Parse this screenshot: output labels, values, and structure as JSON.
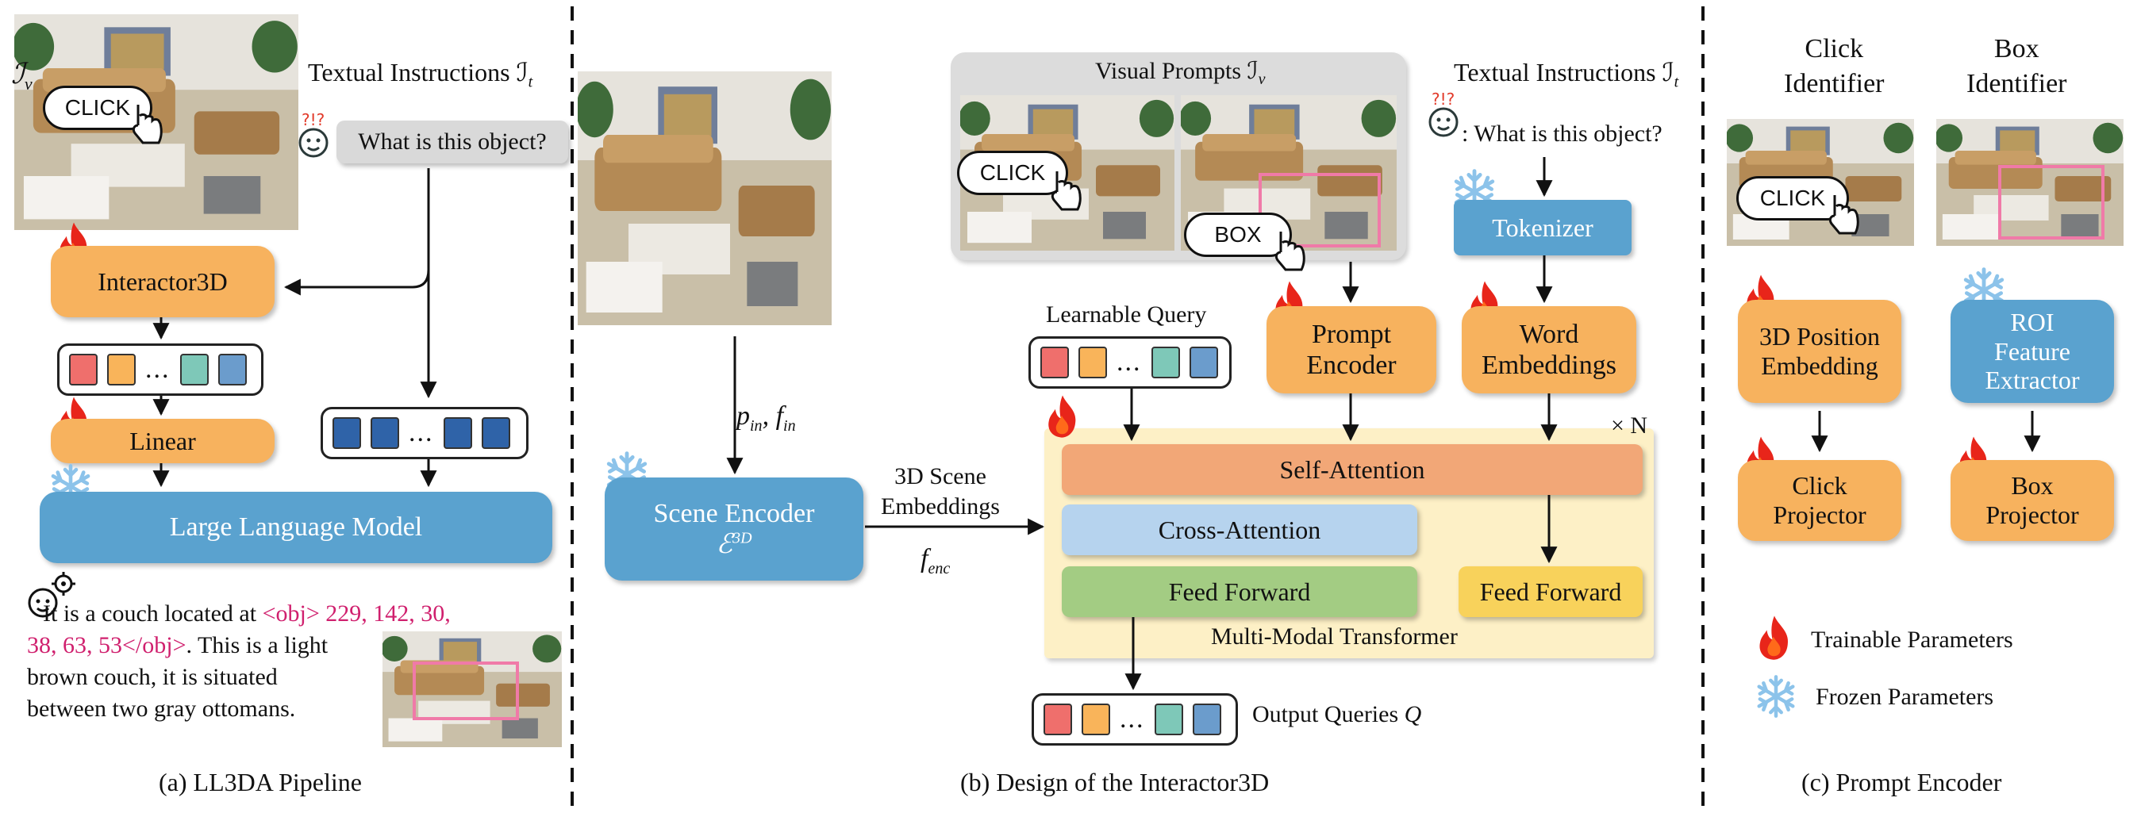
{
  "panel_a": {
    "caption": "(a) LL3DA Pipeline",
    "visual_label": "ℐ",
    "visual_sub": "v",
    "click_label": "CLICK",
    "textual_label": "Textual Instructions ℐ",
    "textual_sub": "t",
    "question": "What is this object?",
    "interactor": "Interactor3D",
    "linear": "Linear",
    "llm": "Large Language Model",
    "answer_1": "It is a couch located at ",
    "answer_obj": "<obj> 229, 142, 30,",
    "answer_obj2": "38, 63, 53</obj>",
    "answer_2": ". This is a light",
    "answer_3": "brown couch, it is situated",
    "answer_4": "between two gray ottomans."
  },
  "panel_b": {
    "caption": "(b) Design of the Interactor3D",
    "visual_prompts": "Visual Prompts ℐ",
    "visual_sub": "v",
    "click_label": "CLICK",
    "box_label": "BOX",
    "textual_label": "Textual Instructions ℐ",
    "textual_sub": "t",
    "question": ": What is this object?",
    "tokenizer": "Tokenizer",
    "prompt_encoder_1": "Prompt",
    "prompt_encoder_2": "Encoder",
    "word_emb_1": "Word",
    "word_emb_2": "Embeddings",
    "learnable_query": "Learnable Query",
    "pin_fin": "p",
    "scene_encoder": "Scene Encoder",
    "scene_encoder_sym": "ℰ",
    "scene_emb_1": "3D Scene",
    "scene_emb_2": "Embeddings",
    "f_enc": "f",
    "times_n": "× N",
    "self_attention": "Self-Attention",
    "cross_attention": "Cross-Attention",
    "feed_forward_1": "Feed Forward",
    "feed_forward_2": "Feed Forward",
    "mmt": "Multi-Modal Transformer",
    "output_queries": "Output Queries"
  },
  "panel_c": {
    "caption": "(c) Prompt Encoder",
    "click_id_1": "Click",
    "click_id_2": "Identifier",
    "box_id_1": "Box",
    "box_id_2": "Identifier",
    "click_label": "CLICK",
    "pos_emb_1": "3D Position",
    "pos_emb_2": "Embedding",
    "roi_1": "ROI",
    "roi_2": "Feature",
    "roi_3": "Extractor",
    "click_proj_1": "Click",
    "click_proj_2": "Projector",
    "box_proj_1": "Box",
    "box_proj_2": "Projector",
    "legend_trainable": "Trainable Parameters",
    "legend_frozen": "Frozen Parameters"
  },
  "colors": {
    "orange": "#f7b25e",
    "blue": "#5aa2cf",
    "light_blue": "#b6d3ee",
    "green": "#a3cc83",
    "yellow": "#f8d25b",
    "salmon": "#f2a777",
    "magenta_text": "#d0206e",
    "token_red": "#ef6f6c",
    "token_orange": "#f9b45a",
    "token_teal": "#7ec8b8",
    "token_blue": "#6b9ccc",
    "token_dark_blue": "#2f63a8"
  }
}
